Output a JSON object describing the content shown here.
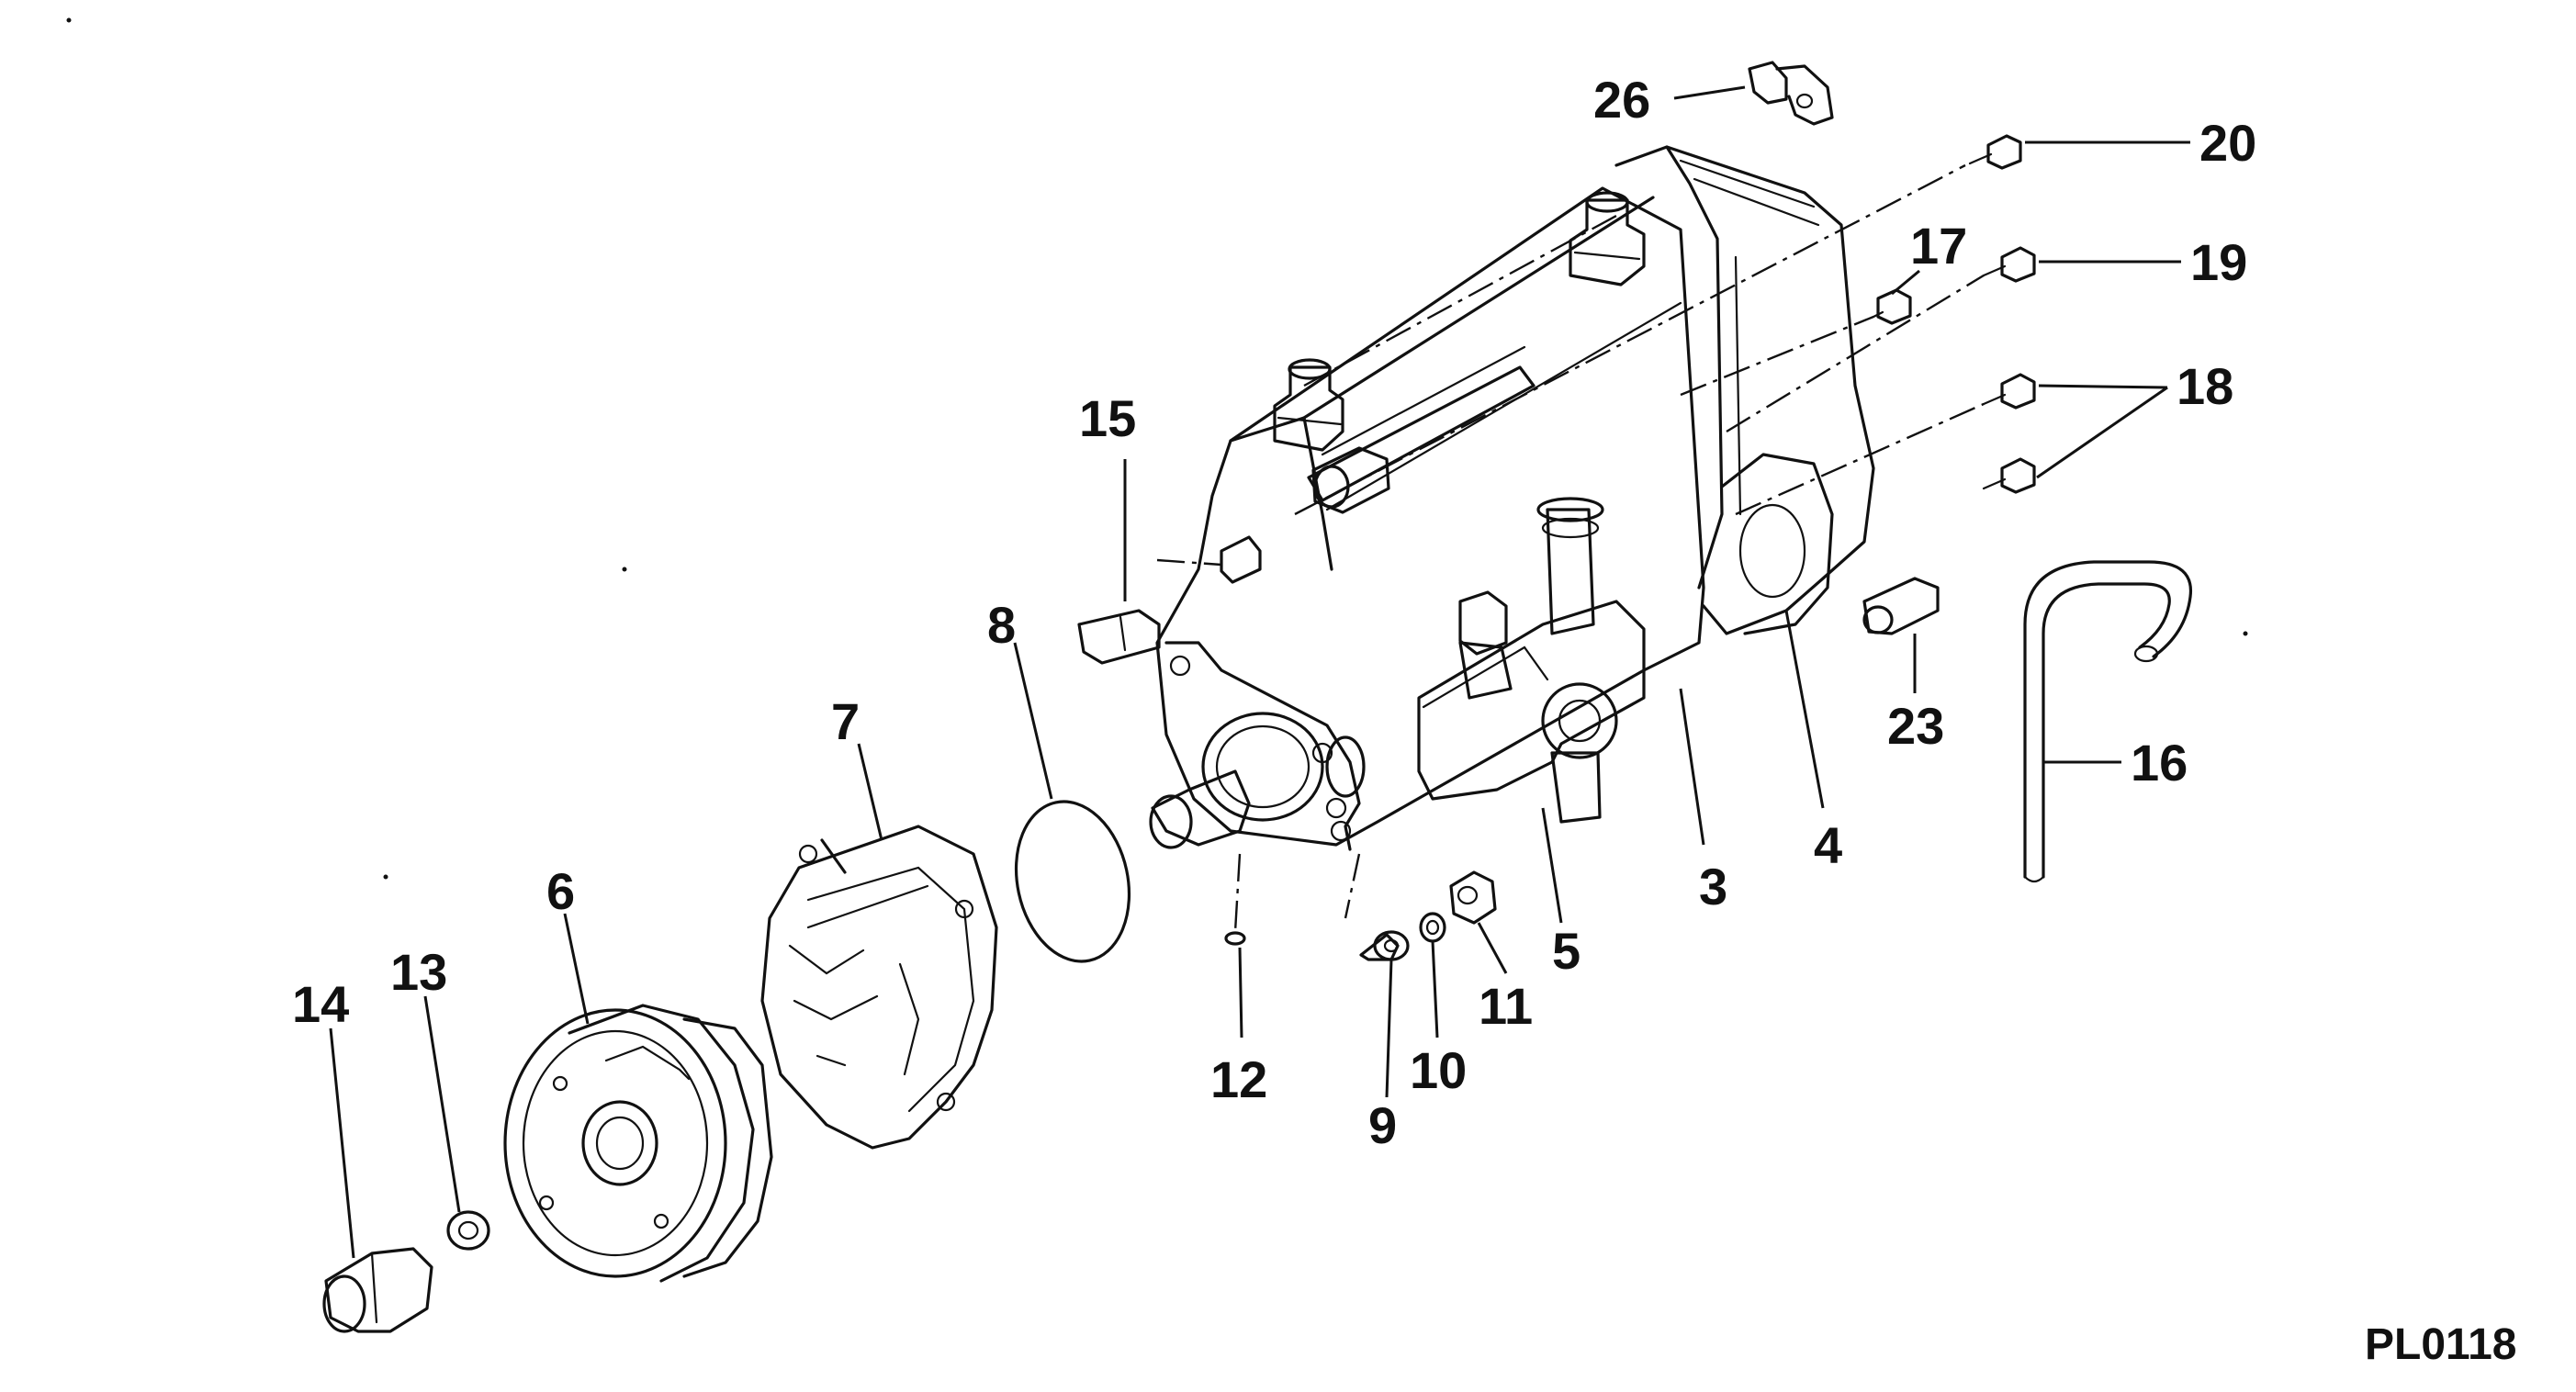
{
  "figure_code": "PL0118",
  "callouts": {
    "c3": "3",
    "c4": "4",
    "c5": "5",
    "c6": "6",
    "c7": "7",
    "c8": "8",
    "c9": "9",
    "c10": "10",
    "c11": "11",
    "c12": "12",
    "c13": "13",
    "c14": "14",
    "c15": "15",
    "c16": "16",
    "c17": "17",
    "c18": "18",
    "c19": "19",
    "c20": "20",
    "c23": "23",
    "c26": "26"
  }
}
